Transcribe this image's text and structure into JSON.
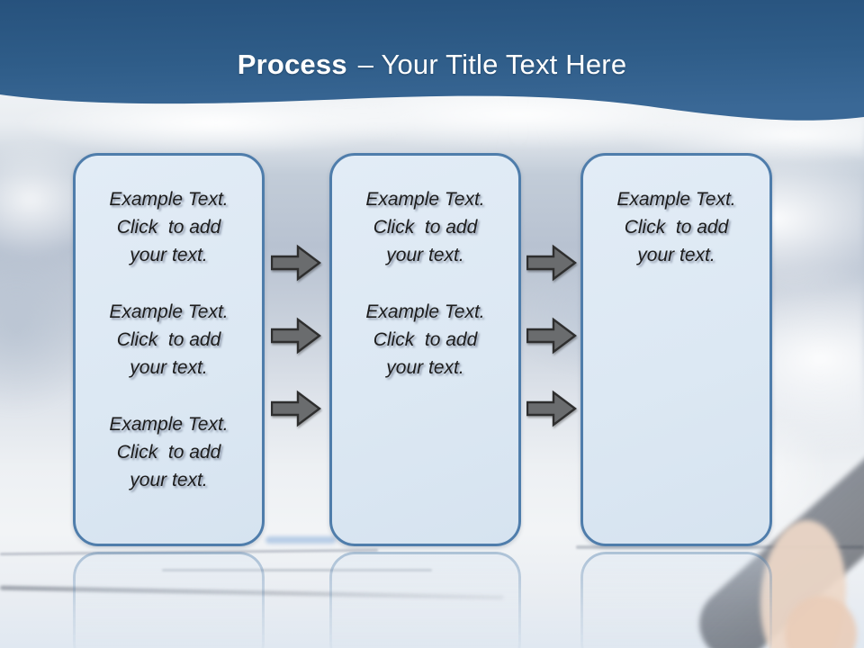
{
  "title": {
    "emphasis": "Process",
    "rest": "– Your Title Text Here"
  },
  "boxes": [
    {
      "name": "step-1",
      "blocks": [
        "Example Text.\nClick  to add\nyour text.",
        "Example Text.\nClick  to add\nyour text.",
        "Example Text.\nClick  to add\nyour text."
      ]
    },
    {
      "name": "step-2",
      "blocks": [
        "Example Text.\nClick  to add\nyour text.",
        "Example Text.\nClick  to add\nyour text."
      ]
    },
    {
      "name": "step-3",
      "blocks": [
        "Example Text.\nClick  to add\nyour text."
      ]
    }
  ],
  "arrows": {
    "icon": "arrow-right",
    "columns": 2,
    "per_column": 3
  },
  "colors": {
    "header_top": "#2a5681",
    "header_bottom": "#38658f",
    "title_text": "#ffffff",
    "box_fill": "#dce8f3",
    "box_border": "#4f7dab",
    "body_text": "#1c1c1c",
    "arrow_fill": "#6a6c6e",
    "arrow_outline": "#2e2e2e",
    "background_sky": "#b8c2d1"
  }
}
